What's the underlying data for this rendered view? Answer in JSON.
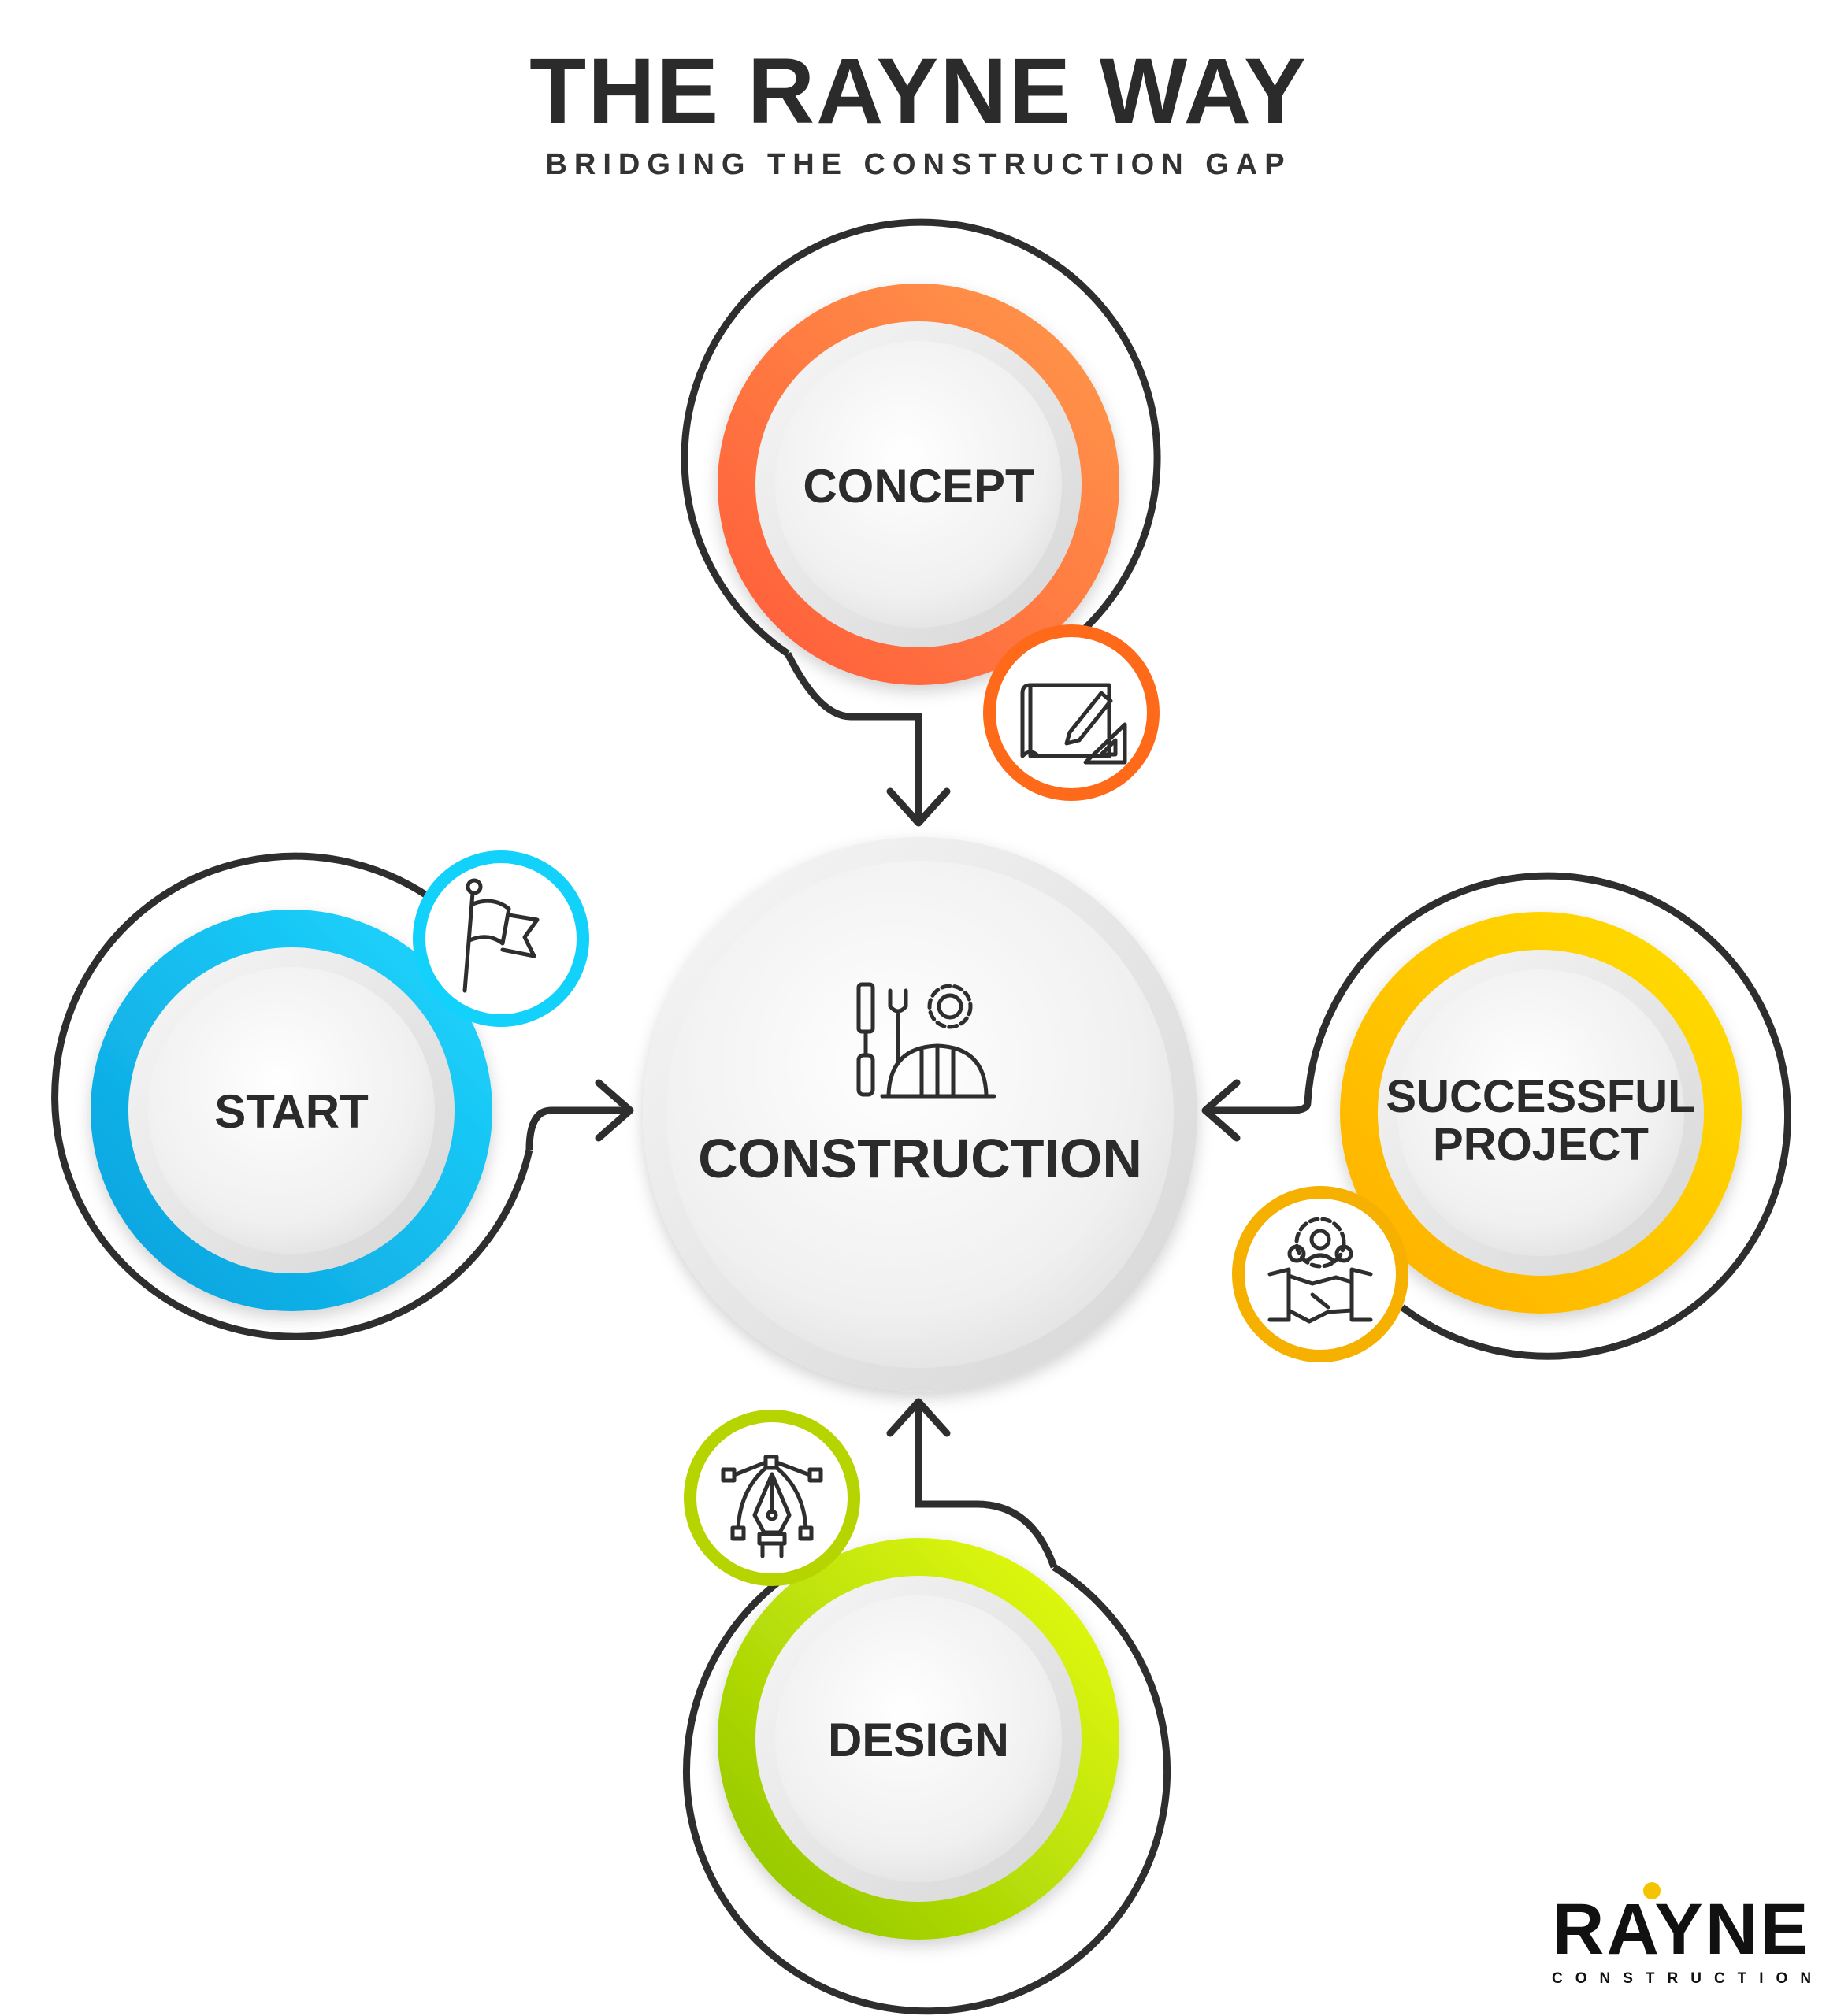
{
  "header": {
    "title": "THE RAYNE WAY",
    "subtitle": "BRIDGING THE CONSTRUCTION GAP"
  },
  "center": {
    "label": "CONSTRUCTION",
    "icon": "construction-tools-helmet-icon"
  },
  "nodes": [
    {
      "id": "concept",
      "label_lines": [
        "CONCEPT"
      ],
      "icon": "blueprint-pencil-icon",
      "color": "#ff6a33"
    },
    {
      "id": "start",
      "label_lines": [
        "START"
      ],
      "icon": "flag-icon",
      "color": "#13b6ee"
    },
    {
      "id": "successful-project",
      "label_lines": [
        "SUCCESSFUL",
        "PROJECT"
      ],
      "icon": "handshake-team-gear-icon",
      "color": "#ffc400"
    },
    {
      "id": "design",
      "label_lines": [
        "DESIGN"
      ],
      "icon": "pen-tool-bezier-icon",
      "color": "#a8d400"
    }
  ],
  "colors": {
    "concept": "#ff6a33",
    "start": "#13b6ee",
    "successful": "#ffc400",
    "design": "#a8d400",
    "outline": "#2e2e2e"
  },
  "logo": {
    "word": "RAYNE",
    "sub": "CONSTRUCTION",
    "accent": "#f5c400"
  }
}
